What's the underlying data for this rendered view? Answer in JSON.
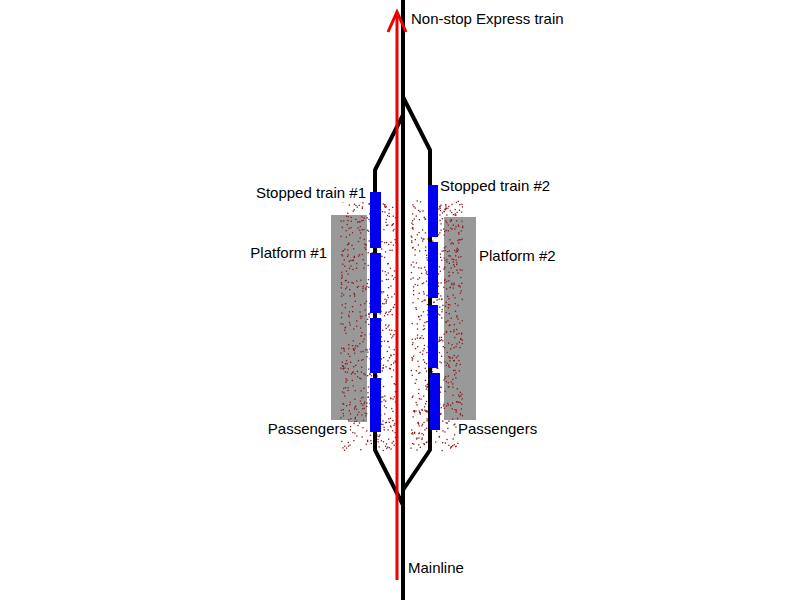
{
  "diagram": {
    "labels": [
      "Non-stop Express train",
      "Stopped train #1",
      "Stopped train #2",
      "Platform #1",
      "Platform #2",
      "Passengers",
      "Passengers",
      "Mainline"
    ]
  }
}
